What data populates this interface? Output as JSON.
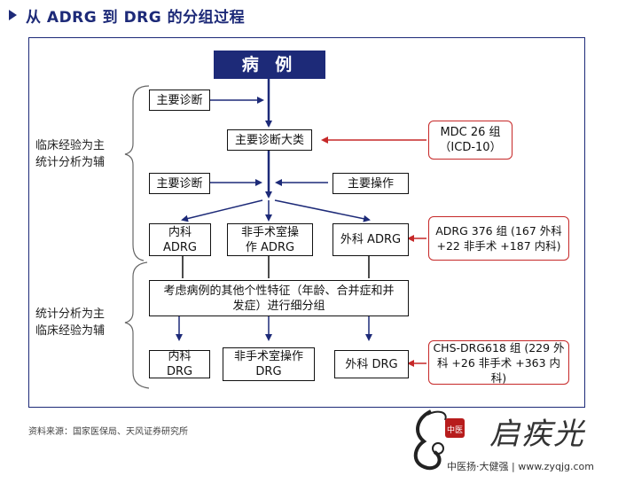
{
  "header": {
    "title": "从 ADRG 到 DRG 的分组过程"
  },
  "diagram": {
    "top": "病 例",
    "major_diag_1": "主要诊断",
    "mdc": "主要诊断大类",
    "major_diag_2": "主要诊断",
    "major_op": "主要操作",
    "adrg_internal": "内科\nADRG",
    "adrg_nonsurg": "非手术室操\n作 ADRG",
    "adrg_surg": "外科 ADRG",
    "consider": "考虑病例的其他个性特征（年龄、合并症和并\n发症）进行细分组",
    "drg_internal": "内科 DRG",
    "drg_nonsurg": "非手术室操作\nDRG",
    "drg_surg": "外科 DRG",
    "note_mdc": "MDC 26 组\n（ICD-10）",
    "note_adrg": "ADRG 376 组 (167 外科\n+22 非手术 +187 内科)",
    "note_drg": "CHS-DRG618 组 (229 外\n科 +26 非手术 +363 内科)",
    "side_top": "临床经验为主\n统计分析为辅",
    "side_bottom": "统计分析为主\n临床经验为辅"
  },
  "source": "资料来源：国家医保局、天风证券研究所",
  "watermark": {
    "logo_text": "中医",
    "name": "启疾光",
    "sub": "中医扬·大健强 | www.zyqjg.com"
  },
  "colors": {
    "navy": "#1d2a78",
    "red": "#c62828"
  }
}
